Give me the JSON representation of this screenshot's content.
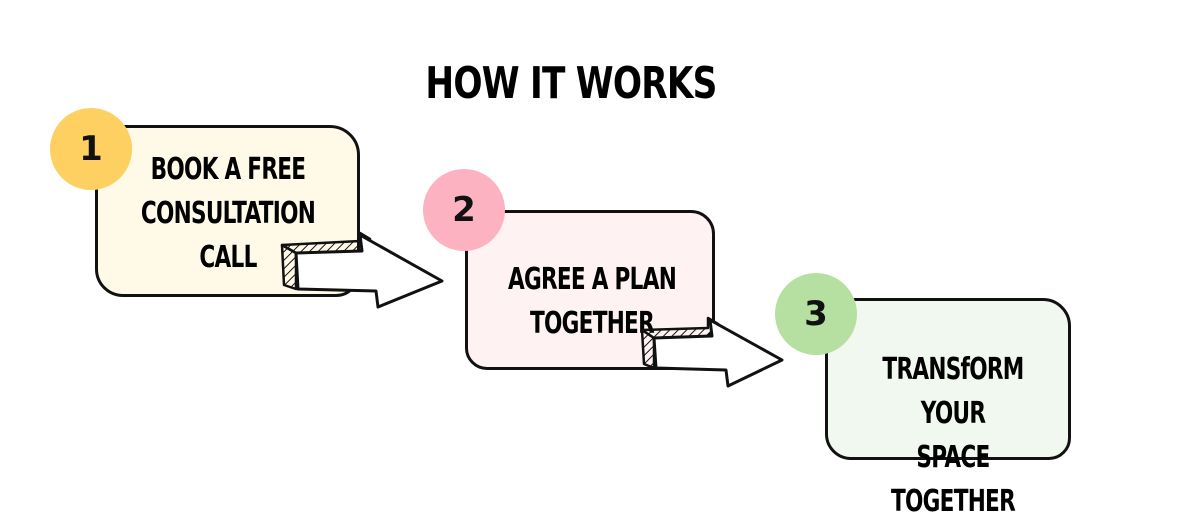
{
  "title": "HOW IT WORKS",
  "steps": [
    {
      "number": "1",
      "text": "BOOK A FREE\nCONSULTATION\nCALL",
      "badge_color": "#fed062",
      "card_color": "#fffae8"
    },
    {
      "number": "2",
      "text": "AGREE A PLAN\nTOGETHER",
      "badge_color": "#fdb2c2",
      "card_color": "#fff2f3"
    },
    {
      "number": "3",
      "text": "TRANSfORM YOUR\nSPACE TOGETHER",
      "badge_color": "#b5e0a2",
      "card_color": "#f0f8ef"
    }
  ],
  "icons": {
    "arrow": "hatched-arrow-icon"
  }
}
